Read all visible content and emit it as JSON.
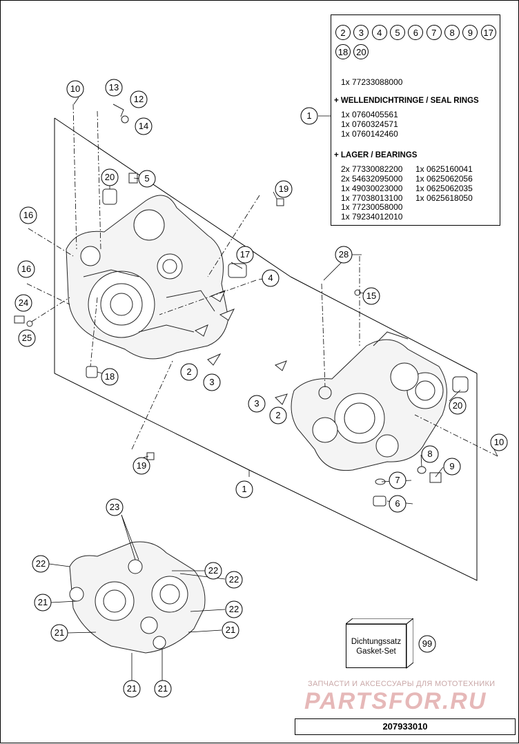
{
  "kit_box": {
    "circled_numbers": [
      "2",
      "3",
      "4",
      "5",
      "6",
      "7",
      "8",
      "9",
      "17",
      "18",
      "20"
    ],
    "kit_line": "1x 77233088000",
    "seal_rings_heading": "+ WELLENDICHTRINGE / SEAL RINGS",
    "seal_rings": [
      "1x 0760405561",
      "1x 0760324571",
      "1x 0760142460"
    ],
    "bearings_heading": "+ LAGER / BEARINGS",
    "bearings_left": [
      "2x 77330082200",
      "2x 54632095000",
      "1x 49030023000",
      "1x 77038013100",
      "1x 77230058000",
      "1x 79234012010"
    ],
    "bearings_right": [
      "1x 0625160041",
      "1x 0625062056",
      "1x 0625062035",
      "1x 0625618050"
    ]
  },
  "callouts": {
    "c1a": "1",
    "c1b": "1",
    "c2a": "2",
    "c2b": "2",
    "c3a": "3",
    "c3b": "3",
    "c4": "4",
    "c5": "5",
    "c6": "6",
    "c7": "7",
    "c8": "8",
    "c9": "9",
    "c10a": "10",
    "c10b": "10",
    "c12": "12",
    "c13": "13",
    "c14": "14",
    "c15": "15",
    "c16a": "16",
    "c16b": "16",
    "c17": "17",
    "c18": "18",
    "c19a": "19",
    "c19b": "19",
    "c20a": "20",
    "c20b": "20",
    "c21a": "21",
    "c21b": "21",
    "c21c": "21",
    "c21d": "21",
    "c21e": "21",
    "c22a": "22",
    "c22b": "22",
    "c22c": "22",
    "c22d": "22",
    "c23": "23",
    "c24": "24",
    "c25": "25",
    "c28": "28",
    "c99": "99"
  },
  "gasket": {
    "line1": "Dichtungssatz",
    "line2": "Gasket-Set"
  },
  "watermark": {
    "line1": "ЗАПЧАСТИ И АКСЕССУАРЫ ДЛЯ МОТОТЕХНИКИ",
    "line2": "PARTSFOR.RU"
  },
  "footer": {
    "code": "207933010"
  }
}
